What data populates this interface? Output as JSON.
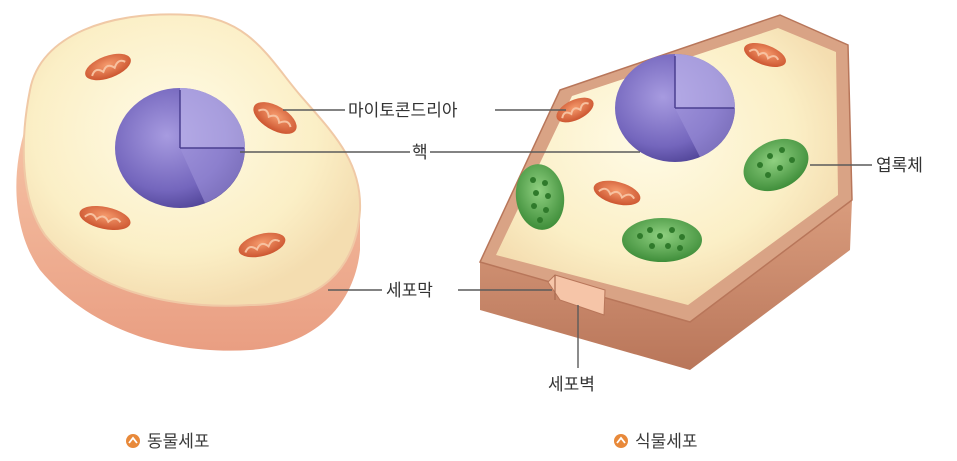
{
  "labels": {
    "mitochondria": "마이토콘드리아",
    "nucleus": "핵",
    "chloroplast": "엽록체",
    "cell_membrane": "세포막",
    "cell_wall": "세포벽"
  },
  "captions": {
    "animal_cell": "동물세포",
    "plant_cell": "식물세포"
  },
  "colors": {
    "cytoplasm": "#fbefc6",
    "membrane": "#f2b79a",
    "nucleus": "#7d6fc4",
    "mitochondria": "#e06a3c",
    "chloroplast": "#58a94f",
    "cell_wall": "#c98a6a",
    "caption_icon": "#e8893a"
  }
}
